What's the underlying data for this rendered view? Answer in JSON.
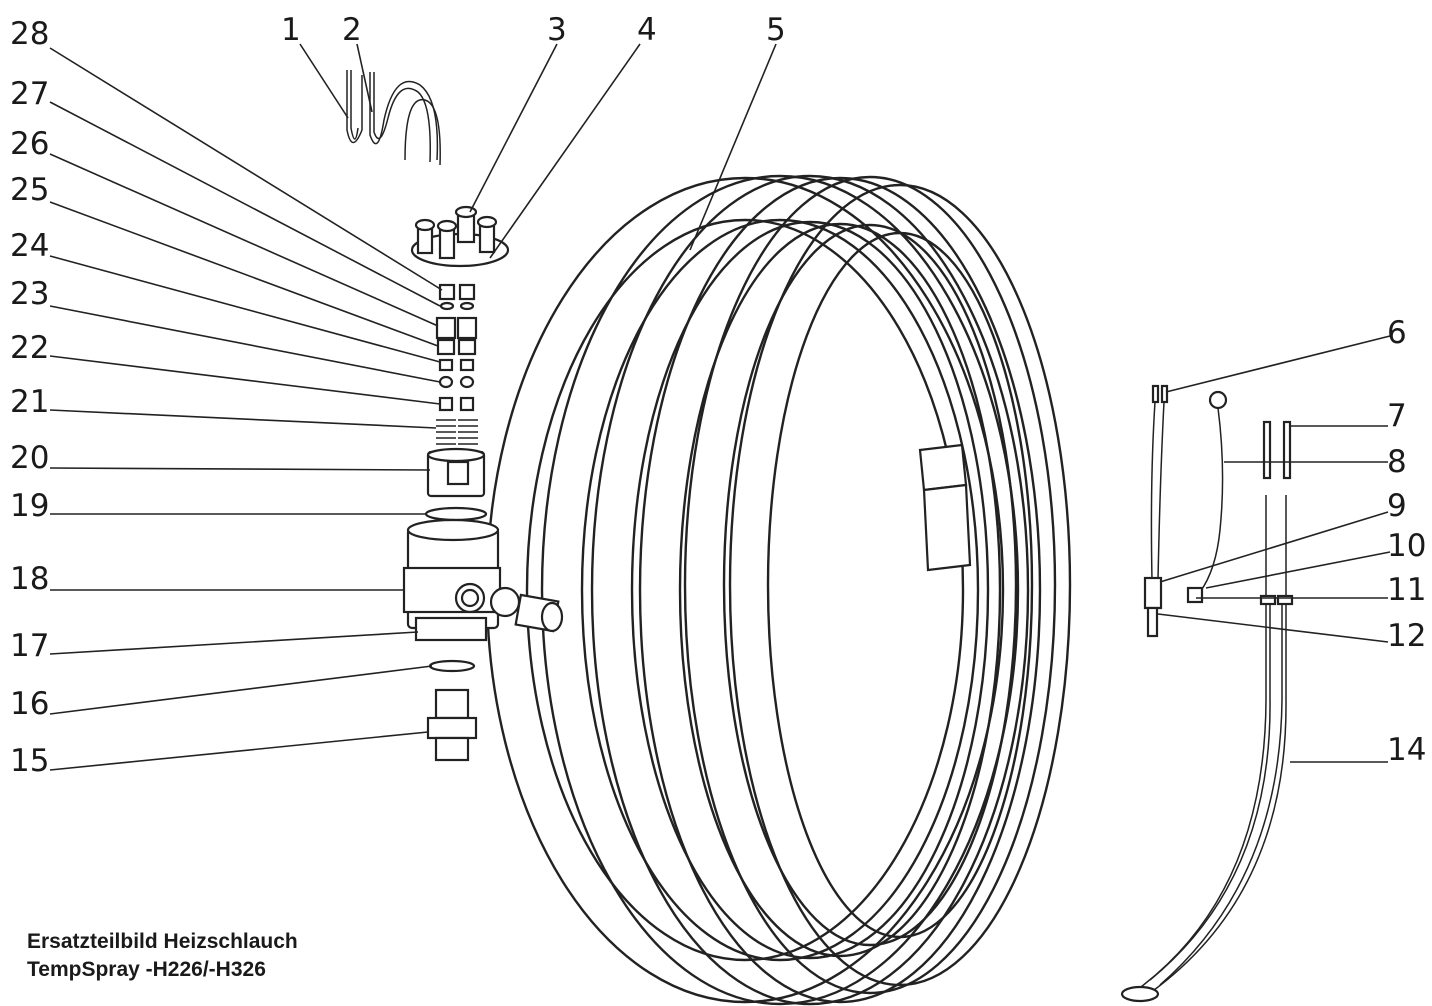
{
  "caption": {
    "line1": "Ersatzteilbild Heizschlauch",
    "line2": "TempSpray -H226/-H326"
  },
  "callouts": [
    "1",
    "2",
    "3",
    "4",
    "5",
    "6",
    "7",
    "8",
    "9",
    "10",
    "11",
    "12",
    "14",
    "15",
    "16",
    "17",
    "18",
    "19",
    "20",
    "21",
    "22",
    "23",
    "24",
    "25",
    "26",
    "27",
    "28"
  ]
}
